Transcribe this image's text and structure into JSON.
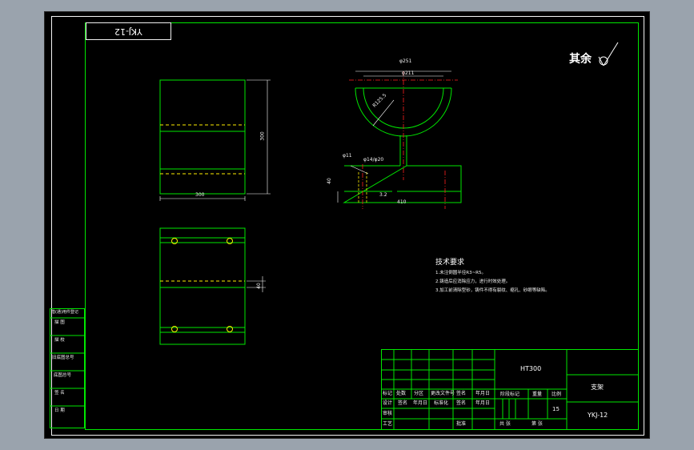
{
  "drawing": {
    "id_stamp": "YKJ-12",
    "surface_note": "其余",
    "material": "HT300",
    "part_name": "支架",
    "drawing_number": "YKJ-12",
    "scale_value": "15"
  },
  "dims": {
    "front_width": "300",
    "front_height": "300",
    "side_thick": "40",
    "outer_dia": "φ251",
    "inner_dia": "φ211",
    "arc_radius": "R125.5",
    "slot_w": "φ11",
    "hole_dims": "φ14/φ20",
    "base_h": "40",
    "base_len": "410",
    "hole_pitch": "3.2"
  },
  "tech": {
    "title": "技术要求",
    "items": [
      "1.未注倒圆半径R3~R5。",
      "2.铸造后应消除应力，进行时效处理。",
      "3.加工前清除型砂，铸件不得有裂纹、缩孔、砂眼等缺陷。"
    ]
  },
  "left_table": {
    "rows": [
      "借(通)用件登记",
      "描   图",
      "描   校",
      "旧底图总号",
      "底图总号",
      "签   名",
      "日   期"
    ]
  },
  "title_block": {
    "row1": [
      "标记",
      "处数",
      "分区",
      "更改文件号",
      "签名",
      "年月日"
    ],
    "row2": [
      "设计",
      "签名",
      "年月日",
      "标准化",
      "签名",
      "年月日"
    ],
    "row3": [
      "审核"
    ],
    "row4": [
      "工艺",
      "批准"
    ],
    "stage_label": "阶段标记",
    "weight_label": "重量",
    "scale_label": "比例",
    "sheet_total": "共  张",
    "sheet_no": "第  张"
  }
}
